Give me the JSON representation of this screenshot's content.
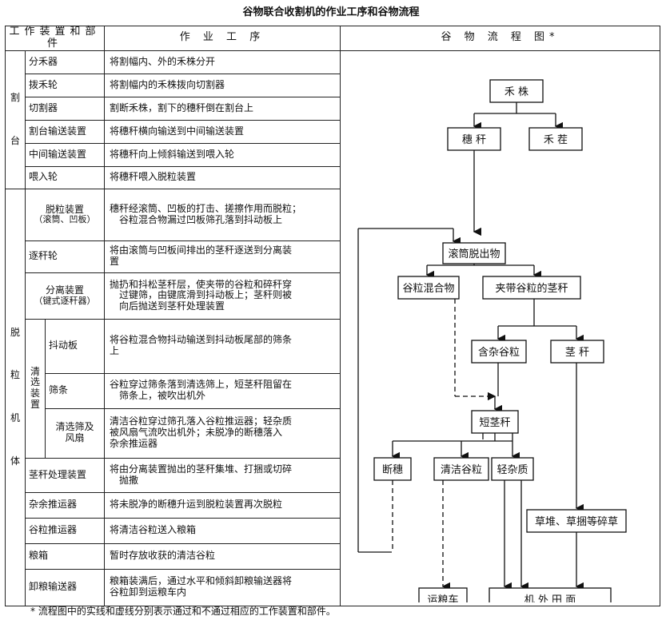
{
  "title": "谷物联合收割机的作业工序和谷物流程",
  "headers": {
    "part": "工作装置和部件",
    "ops": "作 业 工 序",
    "flow": "谷 物 流 程 图*"
  },
  "groups": {
    "header": [
      "割",
      "台"
    ],
    "threshing": [
      "脱",
      "粒",
      "机",
      "体"
    ],
    "cleaning": [
      "清",
      "选",
      "装",
      "置"
    ]
  },
  "rows": {
    "fenhe": {
      "name": "分禾器",
      "op": "将割幅内、外的禾株分开"
    },
    "bohe": {
      "name": "拨禾轮",
      "op": "将割幅内的禾株拨向切割器"
    },
    "qiege": {
      "name": "切割器",
      "op": "割断禾株，割下的穗秆倒在割台上"
    },
    "getai": {
      "name": "割台输送装置",
      "op": "将穗秆横向输送到中间输送装置"
    },
    "zhongjian": {
      "name": "中间输送装置",
      "op": "将穗秆向上倾斜输送到喂入轮"
    },
    "weiru": {
      "name": "喂入轮",
      "op": "将穗秆喂入脱粒装置"
    },
    "tuoli": {
      "name1": "脱粒装置",
      "name2": "（滚筒、凹板）",
      "op1": "穗秆经滚筒、凹板的打击、搓擦作用而脱粒；",
      "op2": "谷粒混合物漏过凹板筛孔落到抖动板上"
    },
    "zhugan": {
      "name": "逐秆轮",
      "op1": "将由滚筒与凹板间排出的茎秆逐送到分离装",
      "op2": "置"
    },
    "fenli": {
      "name1": "分离装置",
      "name2": "（键式逐秆器）",
      "op1": "抛扔和抖松茎秆层，使夹带的谷粒和碎秆穿",
      "op2": "过键筛，由键底滑到抖动板上；茎秆则被",
      "op3": "向后抛送到茎秆处理装置"
    },
    "doudong": {
      "name": "抖动板",
      "op1": "将谷粒混合物抖动输送到抖动板尾部的筛条",
      "op2": "上"
    },
    "shaitiao": {
      "name": "筛条",
      "op1": "谷粒穿过筛条落到清选筛上，短茎秆阻留在",
      "op2": "筛条上，被吹出机外"
    },
    "qingxuan": {
      "name1": "清选筛及",
      "name2": "风扇",
      "op1": "清洁谷粒穿过筛孔落入谷粒推运器；轻杂质",
      "op2": "被风扇气流吹出机外；未脱净的断穗落入",
      "op3": "杂余推运器"
    },
    "jinggan": {
      "name": "茎秆处理装置",
      "op1": "将由分离装置抛出的茎秆集堆、打捆或切碎",
      "op2": "抛撒"
    },
    "zayu": {
      "name": "杂余推运器",
      "op": "将未脱净的断穗升运到脱粒装置再次脱粒"
    },
    "guli": {
      "name": "谷粒推运器",
      "op": "将清洁谷粒送入粮箱"
    },
    "liangxiang": {
      "name": "粮箱",
      "op": "暂时存放收获的清洁谷粒"
    },
    "xieliang": {
      "name": "卸粮输送器",
      "op1": "粮箱装满后，通过水平和倾斜卸粮输送器将",
      "op2": "谷粒卸到运粮车内"
    }
  },
  "flow_nodes": {
    "hezhu": "禾  株",
    "suigan": "穗  秆",
    "hecha": "禾  茬",
    "guntong": "滚筒脱出物",
    "gulihunhe": "谷粒混合物",
    "jiadai": "夹带谷粒的茎秆",
    "hanza": "含杂谷粒",
    "jinggan": "茎    秆",
    "duanjing": "短茎秆",
    "duansui": "断穗",
    "qingjie": "清洁谷粒",
    "qingza": "轻杂质",
    "caodui": "草堆、草捆等碎草",
    "yunliang": "运粮车",
    "jiwai": "机  外  田  面"
  },
  "footnote": "*  流程图中的实线和虚线分别表示通过和不通过相应的工作装置和部件。"
}
